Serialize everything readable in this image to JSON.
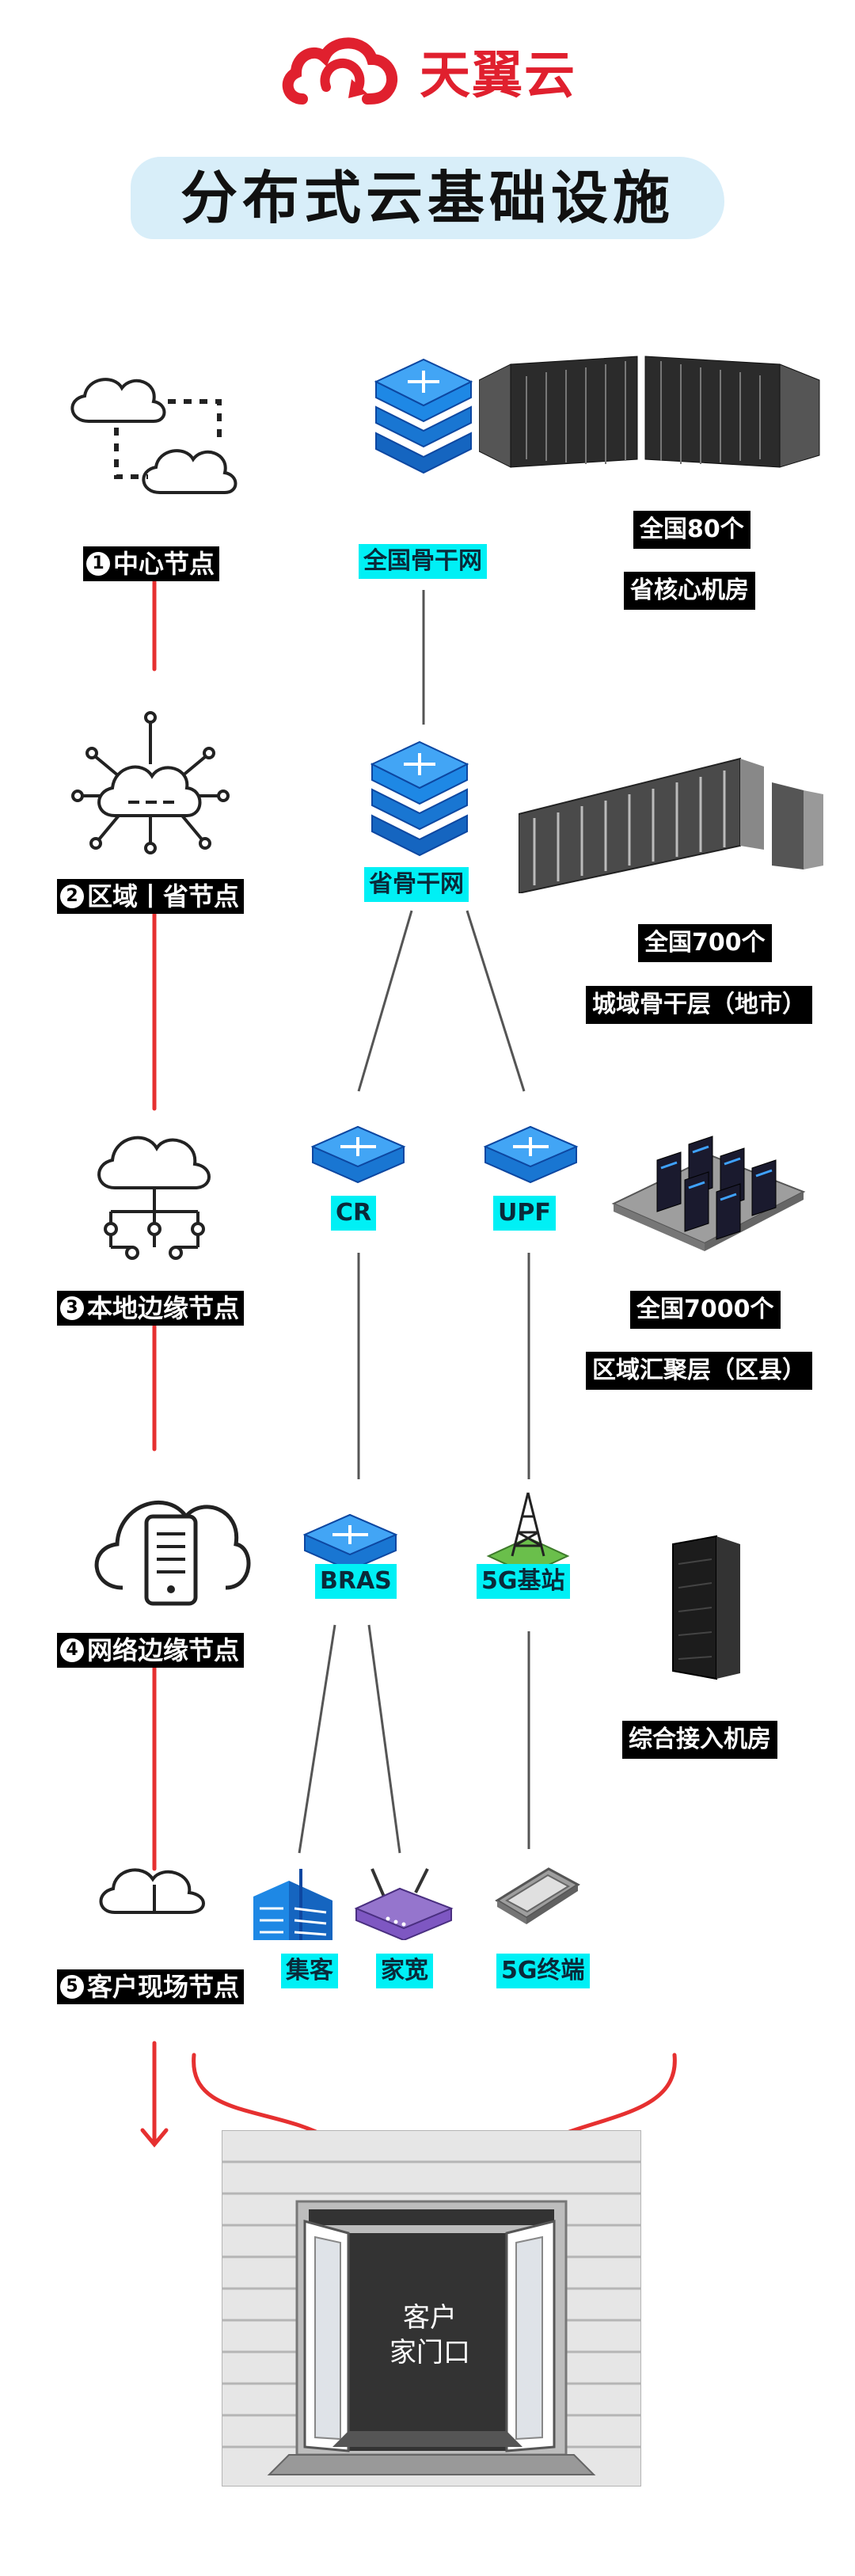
{
  "brand": {
    "name": "天翼云",
    "color": "#e0202e"
  },
  "title": "分布式云基础设施",
  "nodes": [
    {
      "num": "1",
      "label": "中心节点"
    },
    {
      "num": "2",
      "label": "区域丨省节点"
    },
    {
      "num": "3",
      "label": "本地边缘节点"
    },
    {
      "num": "4",
      "label": "网络边缘节点"
    },
    {
      "num": "5",
      "label": "客户现场节点"
    }
  ],
  "network": {
    "backbone": "全国骨干网",
    "province": "省骨干网",
    "cr": "CR",
    "upf": "UPF",
    "bras": "BRAS",
    "station": "5G基站",
    "enterprise": "集客",
    "broadband": "家宽",
    "terminal": "5G终端"
  },
  "facilities": [
    {
      "count": "全国80个",
      "desc": "省核心机房"
    },
    {
      "count": "全国700个",
      "desc": "城域骨干层（地市）"
    },
    {
      "count": "全国7000个",
      "desc": "区域汇聚层（区县）"
    },
    {
      "count": "",
      "desc": "综合接入机房"
    }
  ],
  "door": {
    "line1": "客户",
    "line2": "家门口"
  },
  "colors": {
    "accent": "#e0202e",
    "cyan": "#00f0f5",
    "router": "#1e88e5",
    "panel": "#d8eef9"
  }
}
